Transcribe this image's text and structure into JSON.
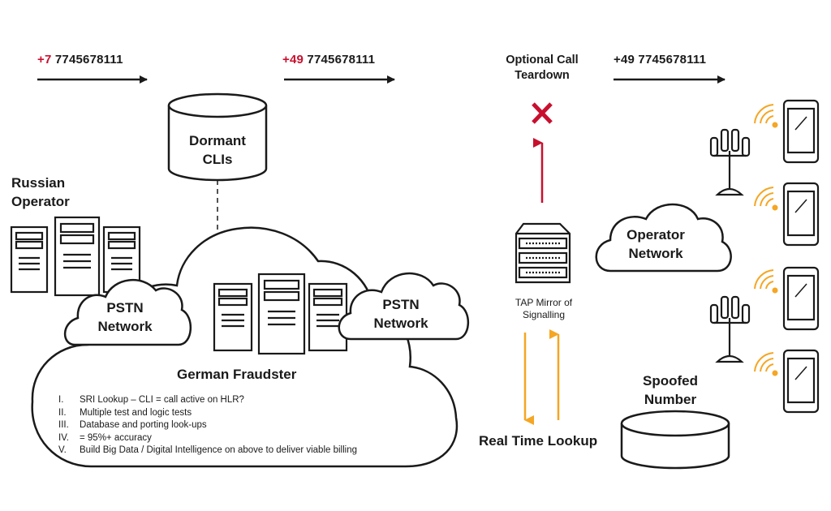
{
  "numbers": [
    {
      "prefix": "+7",
      "rest": " 7745678111"
    },
    {
      "prefix": "+49",
      "rest": " 7745678111"
    },
    {
      "prefix": "",
      "rest": "+49 7745678111"
    }
  ],
  "labels": {
    "optional_call": "Optional Call",
    "teardown": "Teardown",
    "dormant_line1": "Dormant",
    "dormant_line2": "CLIs",
    "russian_line1": "Russian",
    "russian_line2": "Operator",
    "pstn_left_line1": "PSTN",
    "pstn_left_line2": "Network",
    "pstn_right_line1": "PSTN",
    "pstn_right_line2": "Network",
    "operator_line1": "Operator",
    "operator_line2": "Network",
    "tap_line1": "TAP Mirror of",
    "tap_line2": "Signalling",
    "german_fraudster": "German Fraudster",
    "real_time_lookup": "Real Time Lookup",
    "spoofed_line1": "Spoofed",
    "spoofed_line2": "Number"
  },
  "steps": [
    {
      "numeral": "I.",
      "text": "SRI Lookup – CLI =  call active on HLR?"
    },
    {
      "numeral": "II.",
      "text": "Multiple test and logic tests"
    },
    {
      "numeral": "III.",
      "text": "Database and porting look-ups"
    },
    {
      "numeral": "IV.",
      "text": "= 95%+ accuracy"
    },
    {
      "numeral": "V.",
      "text": "Build Big Data / Digital Intelligence on above to deliver viable billing"
    }
  ],
  "colors": {
    "red": "#c8102e",
    "orange": "#f5a623",
    "ink": "#1a1a1a",
    "wifi": "#f5a623"
  }
}
